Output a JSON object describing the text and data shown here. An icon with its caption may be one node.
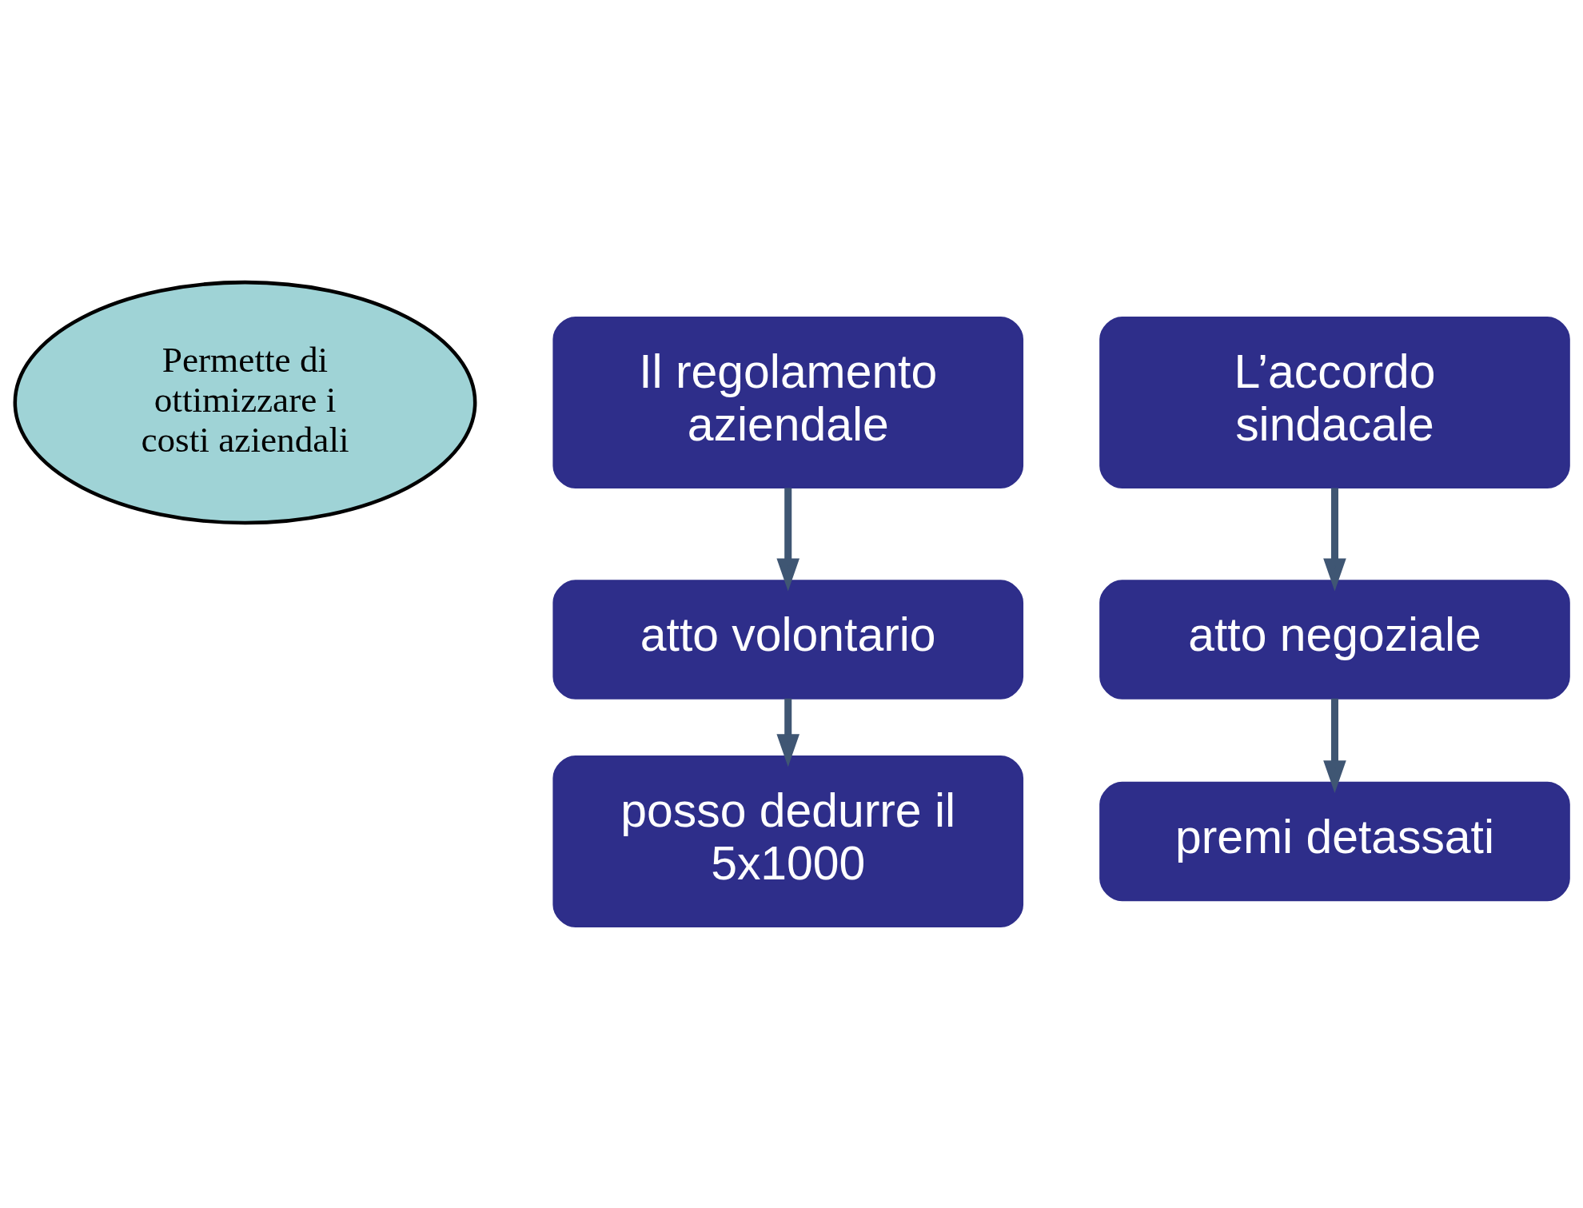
{
  "diagram": {
    "nodes": [
      {
        "text": [
          "Permette di ottimizzare i costi aziendali"
        ]
      },
      {
        "text": [
          "Il regolamento aziendale"
        ]
      },
      {
        "text": [
          "atto volontario"
        ]
      },
      {
        "text": [
          "posso dedurre il 5x1000"
        ]
      },
      {
        "text": [
          "L’accordo sindacale"
        ]
      },
      {
        "text": [
          "atto negoziale"
        ]
      },
      {
        "text": [
          "premi detassati"
        ]
      }
    ],
    "edges": [
      {
        "from": 1,
        "to": 2,
        "arrow": "to"
      },
      {
        "from": 2,
        "to": 3,
        "arrow": "to"
      },
      {
        "from": 4,
        "to": 5,
        "arrow": "to"
      },
      {
        "from": 5,
        "to": 6,
        "arrow": "to"
      }
    ]
  }
}
